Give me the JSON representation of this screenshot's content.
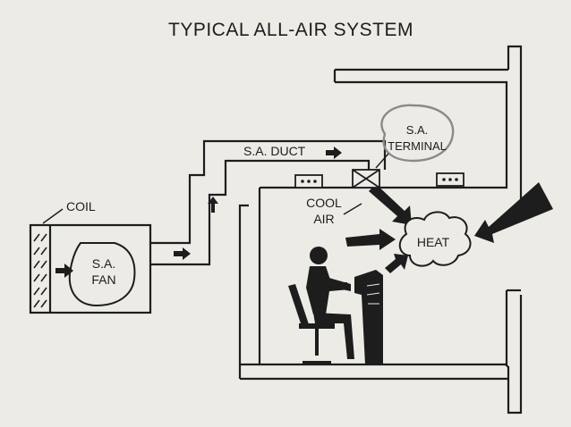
{
  "title": "TYPICAL ALL-AIR SYSTEM",
  "labels": {
    "coil": "COIL",
    "fan_line1": "S.A.",
    "fan_line2": "FAN",
    "duct": "S.A. DUCT",
    "terminal_line1": "S.A.",
    "terminal_line2": "TERMINAL",
    "cool_line1": "COOL",
    "cool_line2": "AIR",
    "heat": "HEAT"
  },
  "colors": {
    "ink": "#1d1d1d",
    "paper": "#ecebe6",
    "terminal_highlight": "#8a8a8a"
  },
  "icons": [
    "fan-icon",
    "coil-fins-icon",
    "diffuser-icon",
    "terminal-box-icon",
    "occupant-at-desk-icon",
    "heat-cloud-icon",
    "arrow-icon"
  ]
}
